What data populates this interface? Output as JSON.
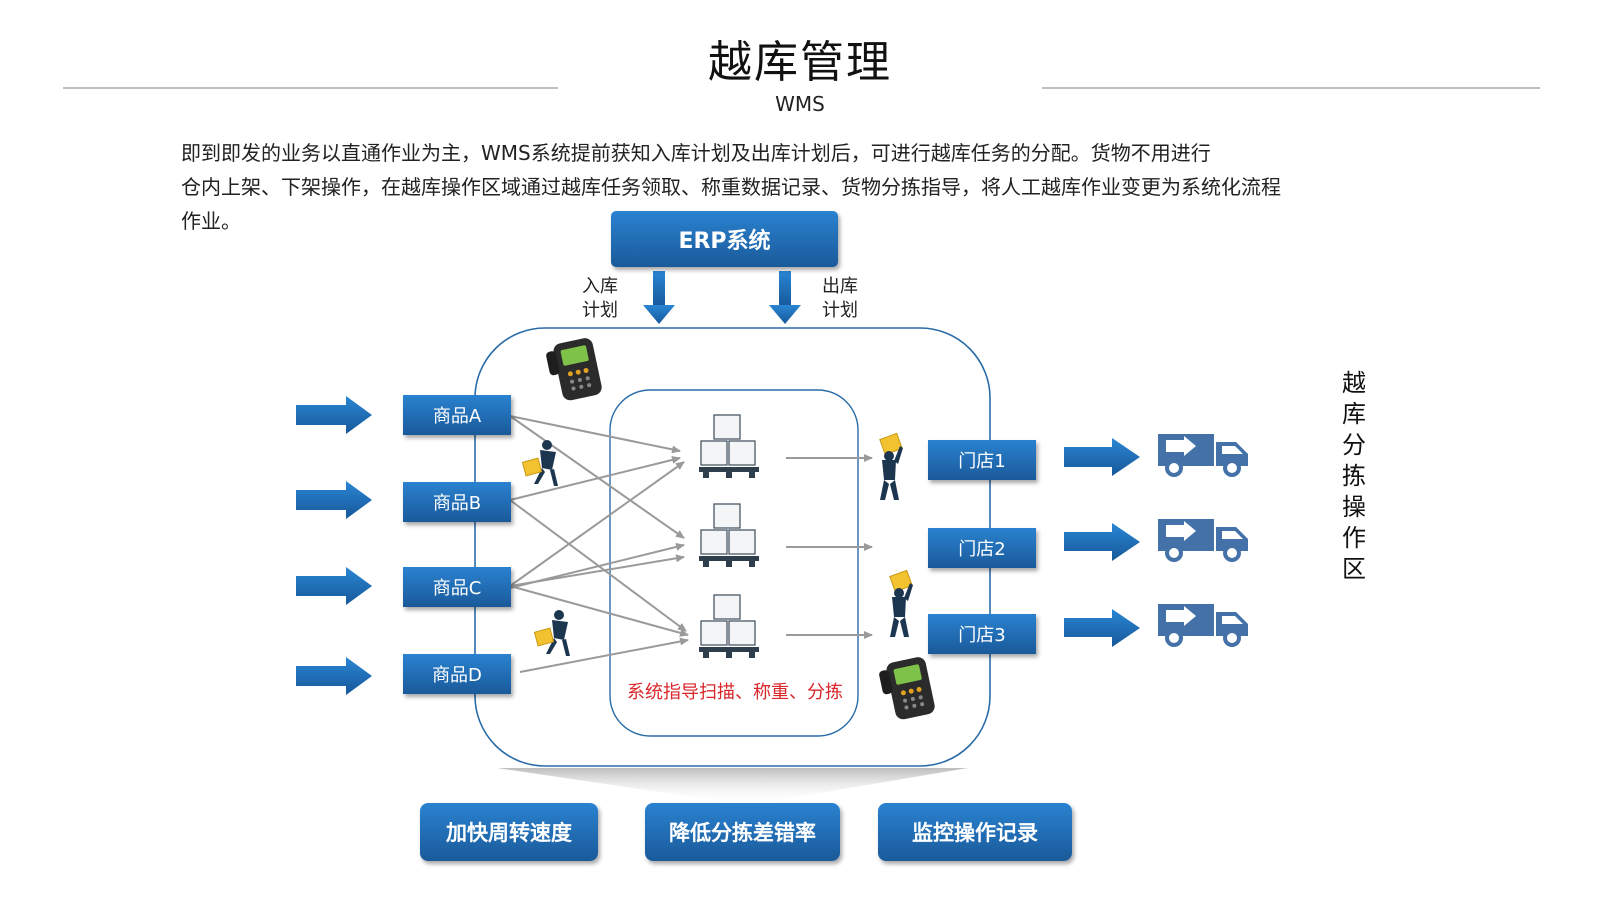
{
  "header": {
    "title": "越库管理",
    "subtitle": "WMS"
  },
  "description": {
    "line1": "即到即发的业务以直通作业为主，WMS系统提前获知入库计划及出库计划后，可进行越库任务的分配。货物不用进行",
    "line2": "仓内上架、下架操作，在越库操作区域通过越库任务领取、称重数据记录、货物分拣指导，将人工越库作业变更为系统化流程",
    "line3": "作业。"
  },
  "diagram": {
    "erp_label": "ERP系统",
    "inbound_plan": [
      "入库",
      "计划"
    ],
    "outbound_plan": [
      "出库",
      "计划"
    ],
    "products": [
      "商品A",
      "商品B",
      "商品C",
      "商品D"
    ],
    "stores": [
      "门店1",
      "门店2",
      "门店3"
    ],
    "center_caption": "系统指导扫描、称重、分拣",
    "zone_label": [
      "越",
      "库",
      "分",
      "拣",
      "操",
      "作",
      "区"
    ],
    "accent_color": "#1f6db5",
    "caption_color": "#d9262b"
  },
  "benefits": [
    "加快周转速度",
    "降低分拣差错率",
    "监控操作记录"
  ]
}
